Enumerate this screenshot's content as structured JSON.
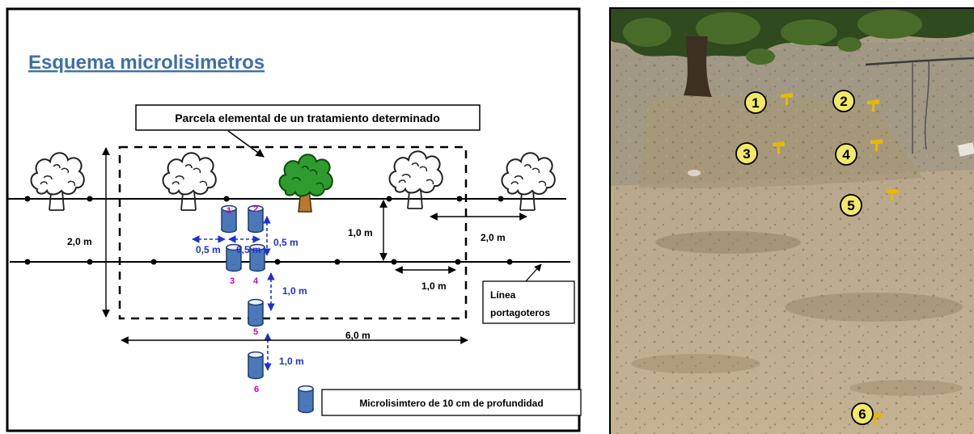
{
  "title": "Esquema microlisimetros",
  "plot_label": "Parcela elemental de un tratamiento determinado",
  "line_label": [
    "Línea",
    "portagoteros"
  ],
  "legend_label": "Microlisimtero de 10 cm de profundidad",
  "dimensions": {
    "plot_height": "2,0 m",
    "row_spacing": "1,0 m",
    "tree_spacing": "2,0 m",
    "emitter_spacing": "1,0 m",
    "plot_length": "6,0 m",
    "lys_horizontal_gap_1": "0,5 m",
    "lys_horizontal_gap_2": "0,5 m",
    "lys_vertical_gap": "0,5 m",
    "lys_4_to_5": "1,0 m",
    "lys_5_to_6": "1,0 m"
  },
  "lysimeter_numbers": [
    "1",
    "2",
    "3",
    "4",
    "5",
    "6"
  ],
  "photo_markers": [
    "1",
    "2",
    "3",
    "4",
    "5",
    "6"
  ],
  "colors": {
    "title": "#3f6fa8",
    "lysimeter_fill": "#4a78b8",
    "lysimeter_number": "#c000c0",
    "dimension_blue": "#1f30d0",
    "tree_green": "#2e9b2e",
    "trunk_brown": "#b8792c",
    "marker_fill": "#f3e86a"
  },
  "icons": {
    "tree": "tree-outline-icon",
    "highlight_tree": "tree-green-icon",
    "lysimeter": "cylinder-icon",
    "dripper": "dot-icon"
  }
}
